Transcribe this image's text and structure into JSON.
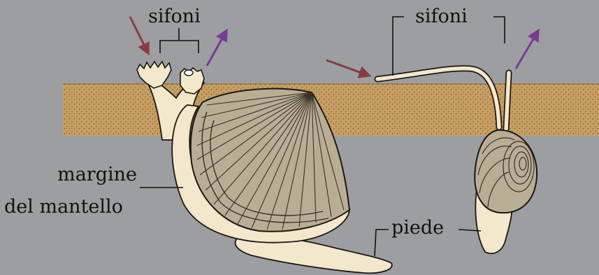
{
  "labels": {
    "siphons_left": "sifoni",
    "siphons_right": "sifoni",
    "mantle_margin_line1": "margine",
    "mantle_margin_line2": "del mantello",
    "foot": "piede"
  },
  "colors": {
    "background": "#9c9ea1",
    "sediment": "#c79f62",
    "sediment_dots": "#6b4a22",
    "shell": "#b9ad96",
    "shell_lines": "#3b3225",
    "soft_tissue": "#f3e7cc",
    "outline": "#1b1711",
    "arrow_inflow": "#8a3a40",
    "arrow_outflow": "#7a3a94"
  }
}
